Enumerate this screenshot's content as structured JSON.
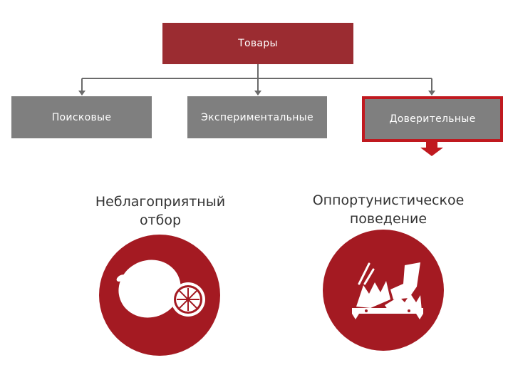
{
  "root": {
    "label": "Товары"
  },
  "categories": [
    {
      "label": "Поисковые"
    },
    {
      "label": "Экспериментальные"
    },
    {
      "label": "Доверительные",
      "highlighted": true
    }
  ],
  "outcomes": [
    {
      "label": "Неблагоприятный отбор",
      "icon": "lemon-icon"
    },
    {
      "label": "Оппортунистическое поведение",
      "icon": "bear-trap-icon"
    }
  ],
  "colors": {
    "root_fill": "#9b2c31",
    "category_fill": "#7f7f7f",
    "highlight_border": "#c0191f",
    "connector": "#6b6b6b",
    "icon_circle": "#a41a22",
    "arrow": "#c0191f"
  }
}
